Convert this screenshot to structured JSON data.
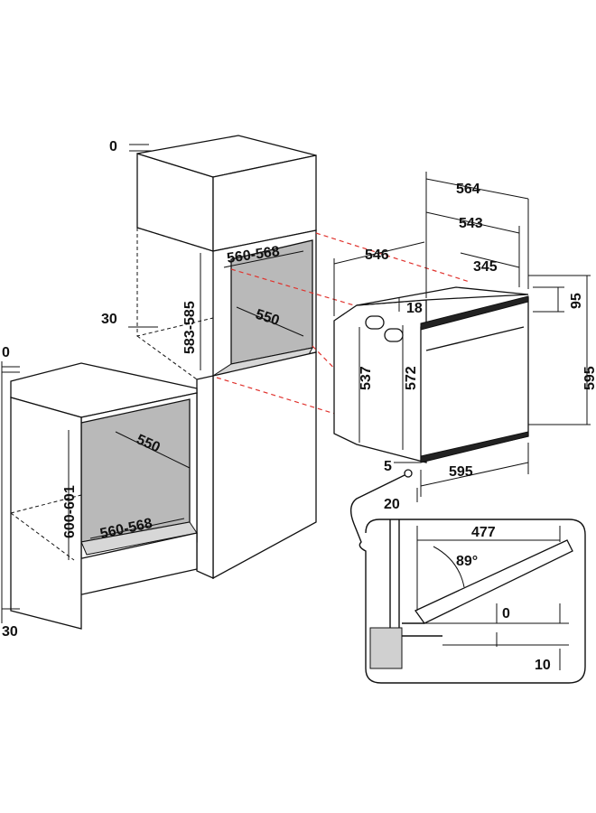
{
  "diagram": {
    "tall_cabinet": {
      "top_gap": "0",
      "niche_width": "560-568",
      "niche_height": "583-585",
      "niche_depth": "550",
      "side_offset": "30"
    },
    "base_cabinet": {
      "top_gap": "0",
      "niche_depth": "550",
      "niche_height": "600-601",
      "niche_width": "560-568",
      "side_offset": "30"
    },
    "oven": {
      "overall_depth": "564",
      "body_depth": "543",
      "side_depth": "546",
      "rear_depth": "345",
      "top_offset": "18",
      "panel_height": "95",
      "body_height": "537",
      "cavity_height": "572",
      "front_height": "595",
      "front_width": "595",
      "bottom_offset": "5",
      "front_offset": "20"
    },
    "door_detail": {
      "door_depth": "477",
      "opening_angle": "89°",
      "gap_top": "0",
      "gap_bottom": "10"
    }
  }
}
